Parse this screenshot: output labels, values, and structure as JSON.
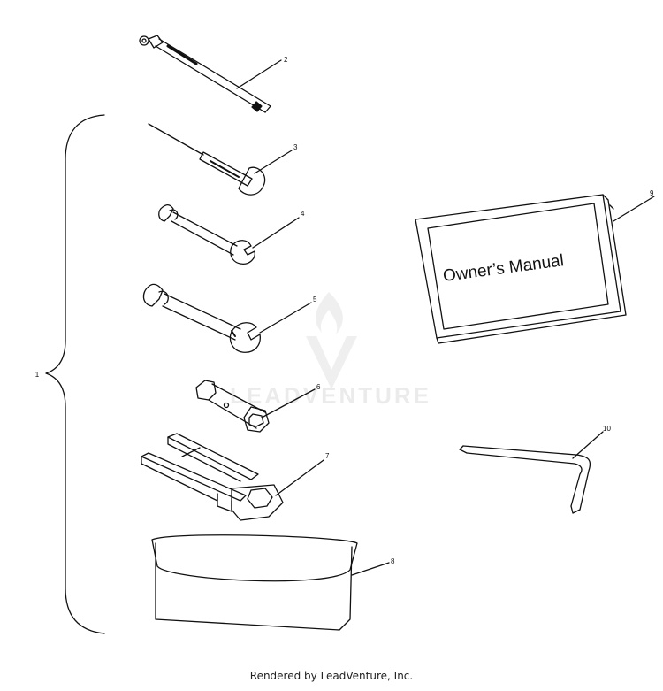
{
  "callouts": {
    "c1": "1",
    "c2": "2",
    "c3": "3",
    "c4": "4",
    "c5": "5",
    "c6": "6",
    "c7": "7",
    "c8": "8",
    "c9": "9",
    "c10": "10"
  },
  "manual": {
    "cover_text": "Owner’s Manual"
  },
  "watermark": {
    "text": "LEADVENTURE"
  },
  "footer": {
    "text": "Rendered by LeadVenture, Inc."
  },
  "colors": {
    "line": "#111111",
    "watermark": "#d9d9d9"
  }
}
